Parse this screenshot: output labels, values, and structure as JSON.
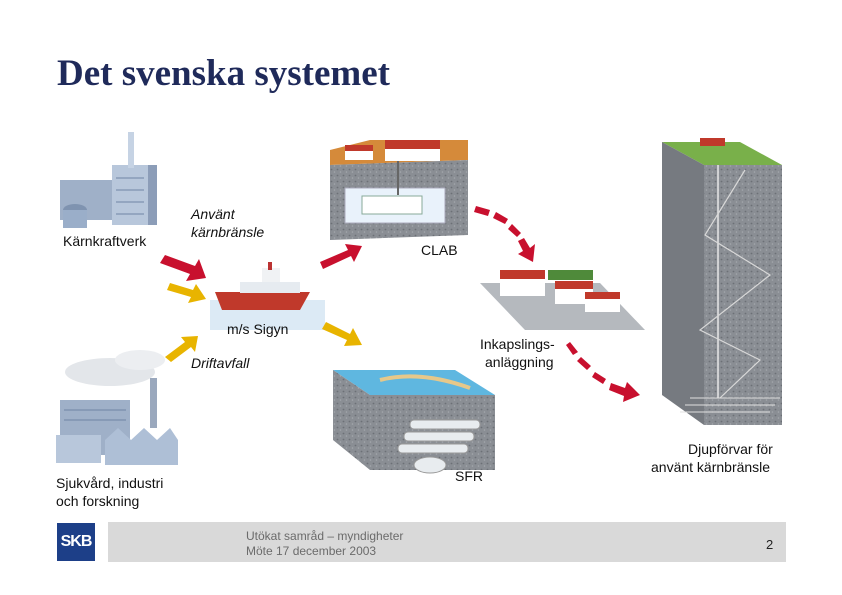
{
  "title": "Det svenska systemet",
  "labels": {
    "npp": "Kärnkraftverk",
    "spent_fuel_1": "Använt",
    "spent_fuel_2": "kärnbränsle",
    "ship": "m/s Sigyn",
    "clab": "CLAB",
    "operational_waste": "Driftavfall",
    "encapsulation_1": "Inkapslings-",
    "encapsulation_2": "anläggning",
    "repository_1": "Djupförvar för",
    "repository_2": "använt kärnbränsle",
    "sfr": "SFR",
    "other_1": "Sjukvård, industri",
    "other_2": "och forskning"
  },
  "footer": {
    "line1": "Utökat samråd – myndigheter",
    "line2": "Möte 17 december 2003",
    "page": "2",
    "logo": "SKB"
  },
  "colors": {
    "title": "#1f2a5a",
    "arrow_red": "#c8102e",
    "arrow_yellow": "#e8b400",
    "footer_bg": "#d9d9d9",
    "logo_bg": "#1d3f88"
  }
}
